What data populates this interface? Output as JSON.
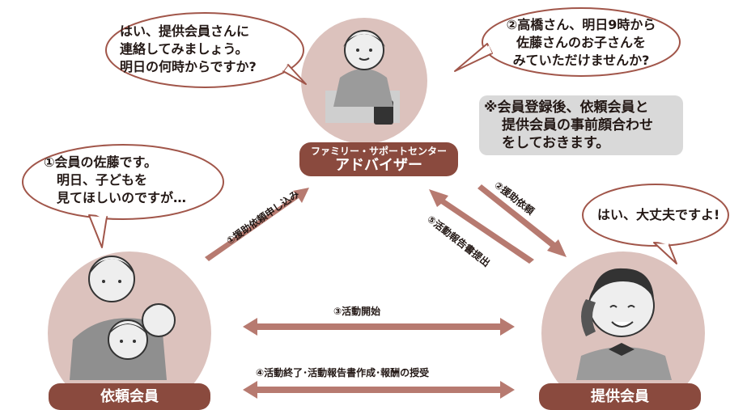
{
  "colors": {
    "brand": "#8a4a3e",
    "circle_fill": "#dcc2bd",
    "arrow": "#b77a70",
    "bubble_stroke": "#a1564a",
    "note_bg": "#d9d9d9",
    "text": "#231815"
  },
  "center": {
    "caption": "ファミリー・サポートセンター",
    "title": "アドバイザー"
  },
  "requester": {
    "title": "依頼会員"
  },
  "provider": {
    "title": "提供会員"
  },
  "bubbles": {
    "advisor": [
      "はい、提供会員さんに",
      "連絡してみましょう。",
      "明日の何時からですか?"
    ],
    "advisor_request": [
      "②高橋さん、明日9時から",
      "佐藤さんのお子さんを",
      "みていただけませんか?"
    ],
    "requester": [
      "①会員の佐藤です。",
      "明日、子どもを",
      "見てほしいのですが…"
    ],
    "provider": [
      "はい、大丈夫ですよ!"
    ]
  },
  "note": [
    "※会員登録後、依頼会員と",
    "提供会員の事前顔合わせ",
    "をしておきます。"
  ],
  "arrows": {
    "apply": "①援助依頼申し込み",
    "request": "②援助依頼",
    "report": "⑤活動報告書提出",
    "start": "③活動開始",
    "finish": "④活動終了･活動報告書作成･報酬の授受"
  },
  "icons": [
    "advisor-figure-icon",
    "mother-and-child-icon",
    "phone-caller-icon"
  ]
}
